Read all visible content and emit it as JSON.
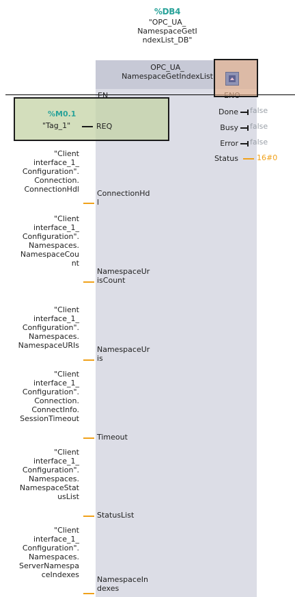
{
  "instance": {
    "address": "%DB4",
    "name": "\"OPC_UA_\nNamespaceGetI\nndexList_DB\""
  },
  "block": {
    "title": "OPC_UA_\nNamespaceGetIndexList",
    "en": "EN",
    "eno": "ENO",
    "icon": "instruction-info-icon"
  },
  "req": {
    "pin": "REQ",
    "address": "%M0.1",
    "tag": "\"Tag_1\""
  },
  "outputs": [
    {
      "pin": "Done",
      "value": "false"
    },
    {
      "pin": "Busy",
      "value": "false"
    },
    {
      "pin": "Error",
      "value": "false"
    },
    {
      "pin": "Status",
      "value": "16#0"
    }
  ],
  "inputs": [
    {
      "operand": "\"Client\ninterface_1_\nConfiguration\".\nConnection.\nConnectionHdl",
      "pin": "ConnectionHd\nl"
    },
    {
      "operand": "\"Client\ninterface_1_\nConfiguration\".\nNamespaces.\nNamespaceCou\nnt",
      "pin": "NamespaceUr\nisCount"
    },
    {
      "operand": "\"Client\ninterface_1_\nConfiguration\".\nNamespaces.\nNamespaceURIs",
      "pin": "NamespaceUr\nis"
    },
    {
      "operand": "\"Client\ninterface_1_\nConfiguration\".\nConnection.\nConnectInfo.\nSessionTimeout",
      "pin": "Timeout"
    },
    {
      "operand": "\"Client\ninterface_1_\nConfiguration\".\nNamespaces.\nNamespaceStat\nusList",
      "pin": "StatusList"
    },
    {
      "operand": "\"Client\ninterface_1_\nConfiguration\".\nNamespaces.\nServerNamespa\nceIndexes",
      "pin": "NamespaceIn\ndexes"
    }
  ],
  "colors": {
    "address": "#2aa39a",
    "block_body": "#dcdde6",
    "block_header": "#c7c9d6",
    "wire_param": "#f0a11a",
    "value_grey": "#9aa0a8"
  }
}
